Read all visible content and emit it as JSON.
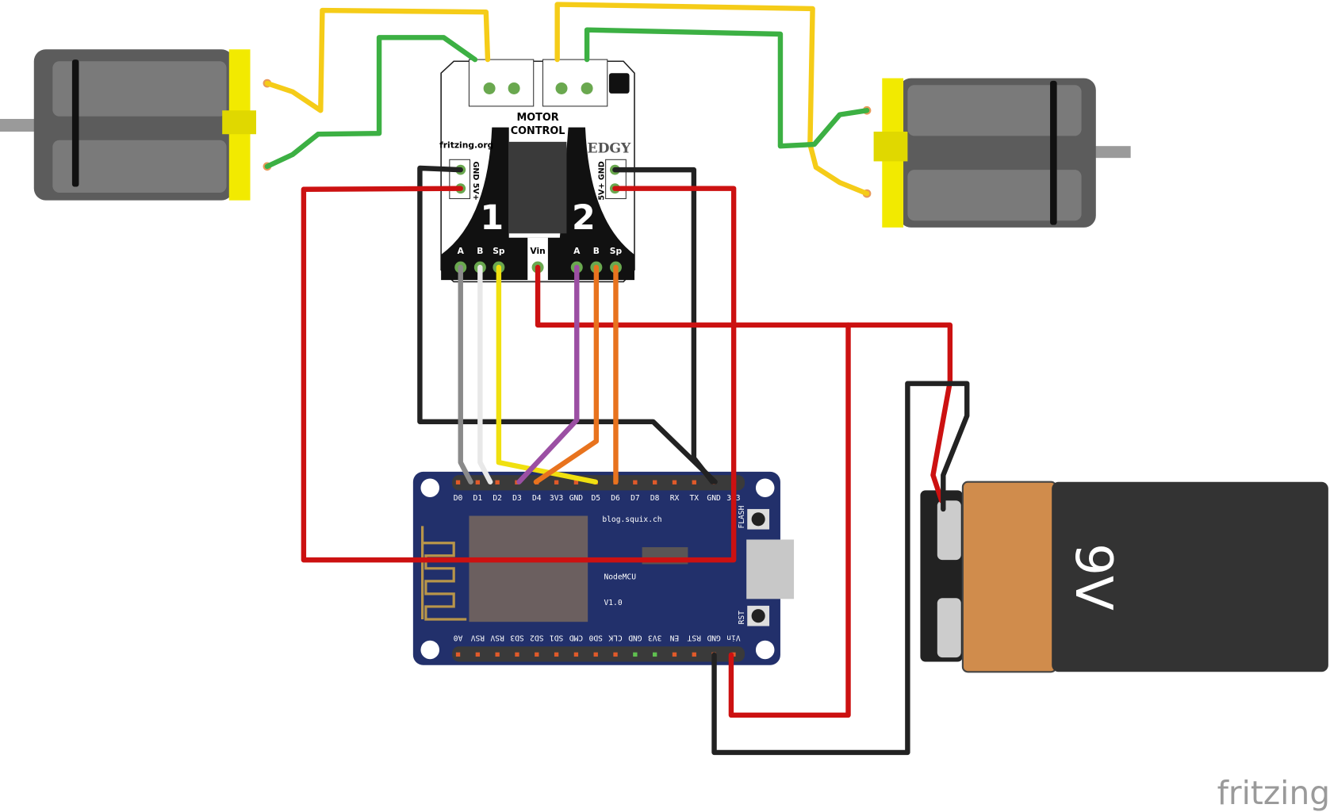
{
  "motor_board": {
    "title_line1": "MOTOR",
    "title_line2": "CONTROL",
    "site": "fritzing.org",
    "brand": "EDGY",
    "left_power": "GND 5V+",
    "right_power": "5V+ GND",
    "channel1": "1",
    "channel2": "2",
    "pins": [
      "A",
      "B",
      "Sp",
      "Vin",
      "A",
      "B",
      "Sp"
    ]
  },
  "nodemcu": {
    "site": "blog.squix.ch",
    "name_line1": "NodeMCU",
    "name_line2": "V1.0",
    "flash": "FLASH",
    "rst": "RST",
    "top_pins": [
      "D0",
      "D1",
      "D2",
      "D3",
      "D4",
      "3V3",
      "GND",
      "D5",
      "D6",
      "D7",
      "D8",
      "RX",
      "TX",
      "GND",
      "3V3"
    ],
    "bottom_pins": [
      "A0",
      "RSV",
      "RSV",
      "SD3",
      "SD2",
      "SD1",
      "CMD",
      "SD0",
      "CLK",
      "GND",
      "3V3",
      "EN",
      "RST",
      "GND",
      "Vin"
    ],
    "board_color": "#22306b"
  },
  "battery": {
    "label": "9V"
  },
  "logo": {
    "text": "fritzing"
  },
  "wire_colors": {
    "red": "#cc1111",
    "black": "#222222",
    "yellow": "#f5cc18",
    "green": "#3cb043",
    "grey": "#8a8a8a",
    "white": "#e8e8e8",
    "purple": "#9b4fa3",
    "orange": "#e8731e"
  }
}
